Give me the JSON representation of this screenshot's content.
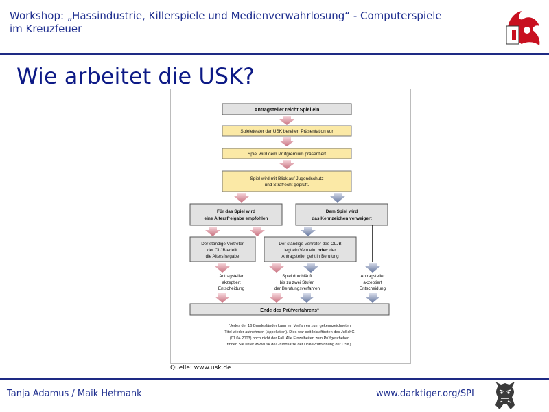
{
  "header": {
    "title": "Workshop: „Hassindustrie, Killerspiele und Medienverwahrlosung“ - Computerspiele im Kreuzfeuer"
  },
  "slide": {
    "title": "Wie arbeitet die USK?",
    "caption": "Quelle: www.usk.de"
  },
  "flowchart": {
    "step1": "Antragsteller reicht Spiel ein",
    "step2": "Spieletester der USK bereiten Präsentation vor",
    "step3": "Spiel wird dem Prüfgremium präsentiert",
    "step4_line1": "Spiel wird mit Blick auf Jugendschutz",
    "step4_line2": "und Strafrecht geprüft.",
    "left_decision_line1": "Für das Spiel wird",
    "left_decision_line2": "eine Altersfreigabe empfohlen",
    "right_decision_line1": "Dem Spiel wird",
    "right_decision_line2": "das Kennzeichen verweigert",
    "oljb_left_line1": "Der ständige Vertreter",
    "oljb_left_line2": "der OLJB erteilt",
    "oljb_left_line3": "die Altersfreigabe",
    "oljb_mid_line1": "Der ständige Vertreter dee OLJB",
    "oljb_mid_line2a": "legt ein Veto ein, ",
    "oljb_mid_line2b": "oder:",
    "oljb_mid_line2c": " der",
    "oljb_mid_line3": "Antragsteller geht in Berufung",
    "outcome_left_line1": "Antragsteller",
    "outcome_left_line2": "akzeptiert",
    "outcome_left_line3": "Entscheidung",
    "outcome_mid_line1": "Spiel durchläuft",
    "outcome_mid_line2": "bis zu zwei Stufen",
    "outcome_mid_line3": "der Berufungsverfahren",
    "outcome_right_line1": "Antragsteller",
    "outcome_right_line2": "akzeptiert",
    "outcome_right_line3": "Entscheidung",
    "end": "Ende des Prüfverfahrens*",
    "footnote_line1": "*Jedes der 16 Bundesländer kann ein Verfahren zum gekennzeichneten",
    "footnote_line2": "Titel wieder aufnehmen (Appellation). Dies war seit Inkrafttreten des JuSchG",
    "footnote_line3": "(01.04.2003) noch nicht der Fall. Alle Einzelheiten zum Prüfgeschehen",
    "footnote_line4": "finden Sie unter www.usk.de/Grundsätze der USK/Prüfordnung der USK)."
  },
  "footer": {
    "authors": "Tanja Adamus / Maik Hetmank",
    "url": "www.darktiger.org/SPI"
  },
  "colors": {
    "accent": "#1e2a84",
    "title": "#0d1a86",
    "yellow_box": "#fbe9a6",
    "gray_box": "#e2e2e2",
    "pink_arrow": "#d48c98",
    "blue_arrow": "#7f8fb6"
  },
  "icons": {
    "logo": "red-dragon-logo",
    "tiger": "tiger-logo"
  }
}
